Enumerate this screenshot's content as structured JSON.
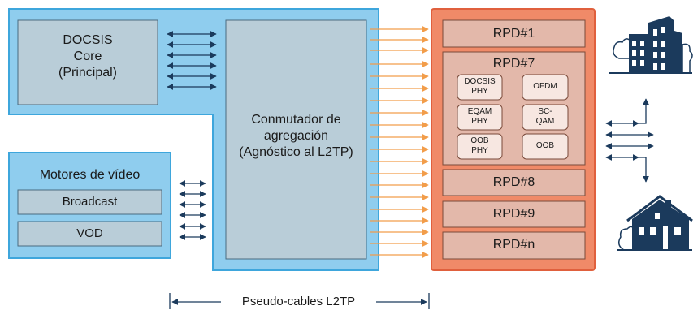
{
  "core": {
    "line1": "DOCSIS",
    "line2": "Core",
    "line3": "(Principal)"
  },
  "video": {
    "title": "Motores de vídeo",
    "broadcast": "Broadcast",
    "vod": "VOD"
  },
  "switch": {
    "line1": "Conmutador de",
    "line2": "agregación",
    "line3": "(Agnóstico al L2TP)"
  },
  "rpds": {
    "rpd1": "RPD#1",
    "rpd7": "RPD#7",
    "rpd8": "RPD#8",
    "rpd9": "RPD#9",
    "rpdn": "RPD#n"
  },
  "modules": {
    "docsis_phy_1": "DOCSIS",
    "docsis_phy_2": "PHY",
    "ofdm": "OFDM",
    "eqam_phy_1": "EQAM",
    "eqam_phy_2": "PHY",
    "scqam_1": "SC-",
    "scqam_2": "QAM",
    "oob_phy_1": "OOB",
    "oob_phy_2": "PHY",
    "oob": "OOB"
  },
  "footer": {
    "pseudowires": "Pseudo-cables L2TP"
  },
  "colors": {
    "headend_fill": "#8fcdee",
    "headend_stroke": "#3ea6dc",
    "inner_fill": "#b9cdd8",
    "rpd_fill": "#f08a68",
    "rpd_stroke": "#e0603d",
    "rpd_box_fill": "#e3b8aa",
    "module_fill": "#f7e7e1",
    "arrow_navy": "#1b3a5c",
    "arrow_orange": "#f29d4a"
  },
  "icons": [
    "buildings-icon",
    "house-icon"
  ]
}
